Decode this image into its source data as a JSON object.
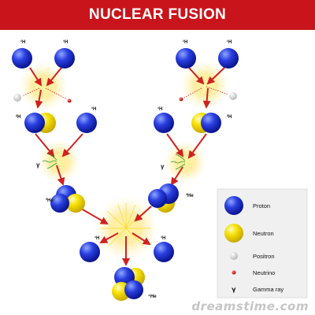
{
  "title": "NUCLEAR FUSION",
  "labels": {
    "h1_a": "¹H",
    "h1_b": "¹H",
    "h1_c": "¹H",
    "h1_d": "¹H",
    "h1_e": "¹H",
    "h1_f": "¹H",
    "h1_g": "¹H",
    "h1_h": "¹H",
    "h2_left": "²H",
    "h2_right": "²H",
    "gamma_left": "γ",
    "gamma_right": "γ",
    "he3_left": "³He",
    "he3_right": "³He",
    "he4": "⁴He"
  },
  "legend": {
    "items": [
      {
        "label": "Proton",
        "icon": "proton-icon"
      },
      {
        "label": "Neutron",
        "icon": "neutron-icon"
      },
      {
        "label": "Positron",
        "icon": "positron-icon"
      },
      {
        "label": "Neutrino",
        "icon": "neutrino-icon"
      },
      {
        "label": "Gamma ray",
        "icon": "gamma-ray-icon"
      }
    ]
  },
  "watermark": "dreamstime.com",
  "colors": {
    "title_bar": "#c8141a",
    "proton": "#1e2fd6",
    "neutron": "#f2dc00",
    "positron": "#dcdcdc",
    "neutrino": "#d01010",
    "arrow": "#d02020",
    "gamma": "#2a9a2a"
  }
}
